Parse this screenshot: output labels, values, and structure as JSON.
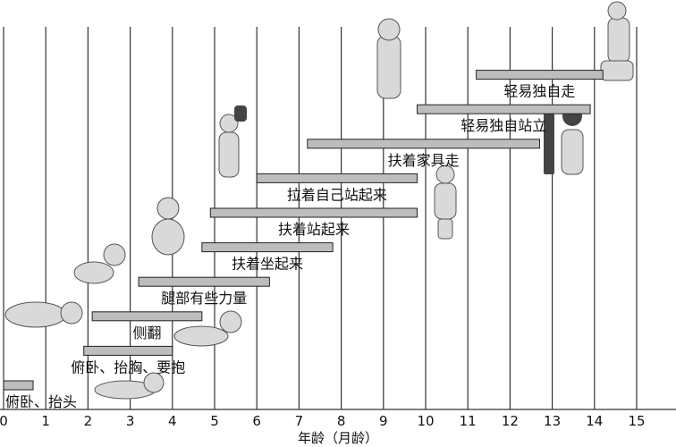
{
  "chart_data": {
    "type": "bar",
    "orientation": "horizontal-range",
    "xlabel": "年龄（月龄）",
    "x_ticks": [
      "0",
      "1",
      "2",
      "3",
      "4",
      "5",
      "6",
      "7",
      "8",
      "9",
      "10",
      "11",
      "12",
      "13",
      "14",
      "15"
    ],
    "xlim": [
      0,
      16
    ],
    "grid": true,
    "series": [
      {
        "label": "俯卧、抬头",
        "start": 0,
        "end": 0.7
      },
      {
        "label": "俯卧、抬胸、要抱",
        "start": 1.9,
        "end": 4.0
      },
      {
        "label": "侧翻",
        "start": 2.1,
        "end": 4.7
      },
      {
        "label": "腿部有些力量",
        "start": 3.2,
        "end": 6.3
      },
      {
        "label": "扶着坐起来",
        "start": 4.7,
        "end": 7.8
      },
      {
        "label": "扶着站起来",
        "start": 4.9,
        "end": 9.8
      },
      {
        "label": "拉着自己站起来",
        "start": 6.0,
        "end": 9.8
      },
      {
        "label": "扶着家具走",
        "start": 7.2,
        "end": 12.7
      },
      {
        "label": "轻易独自站立",
        "start": 9.8,
        "end": 13.9
      },
      {
        "label": "轻易独自走",
        "start": 11.2,
        "end": 14.2
      }
    ]
  }
}
